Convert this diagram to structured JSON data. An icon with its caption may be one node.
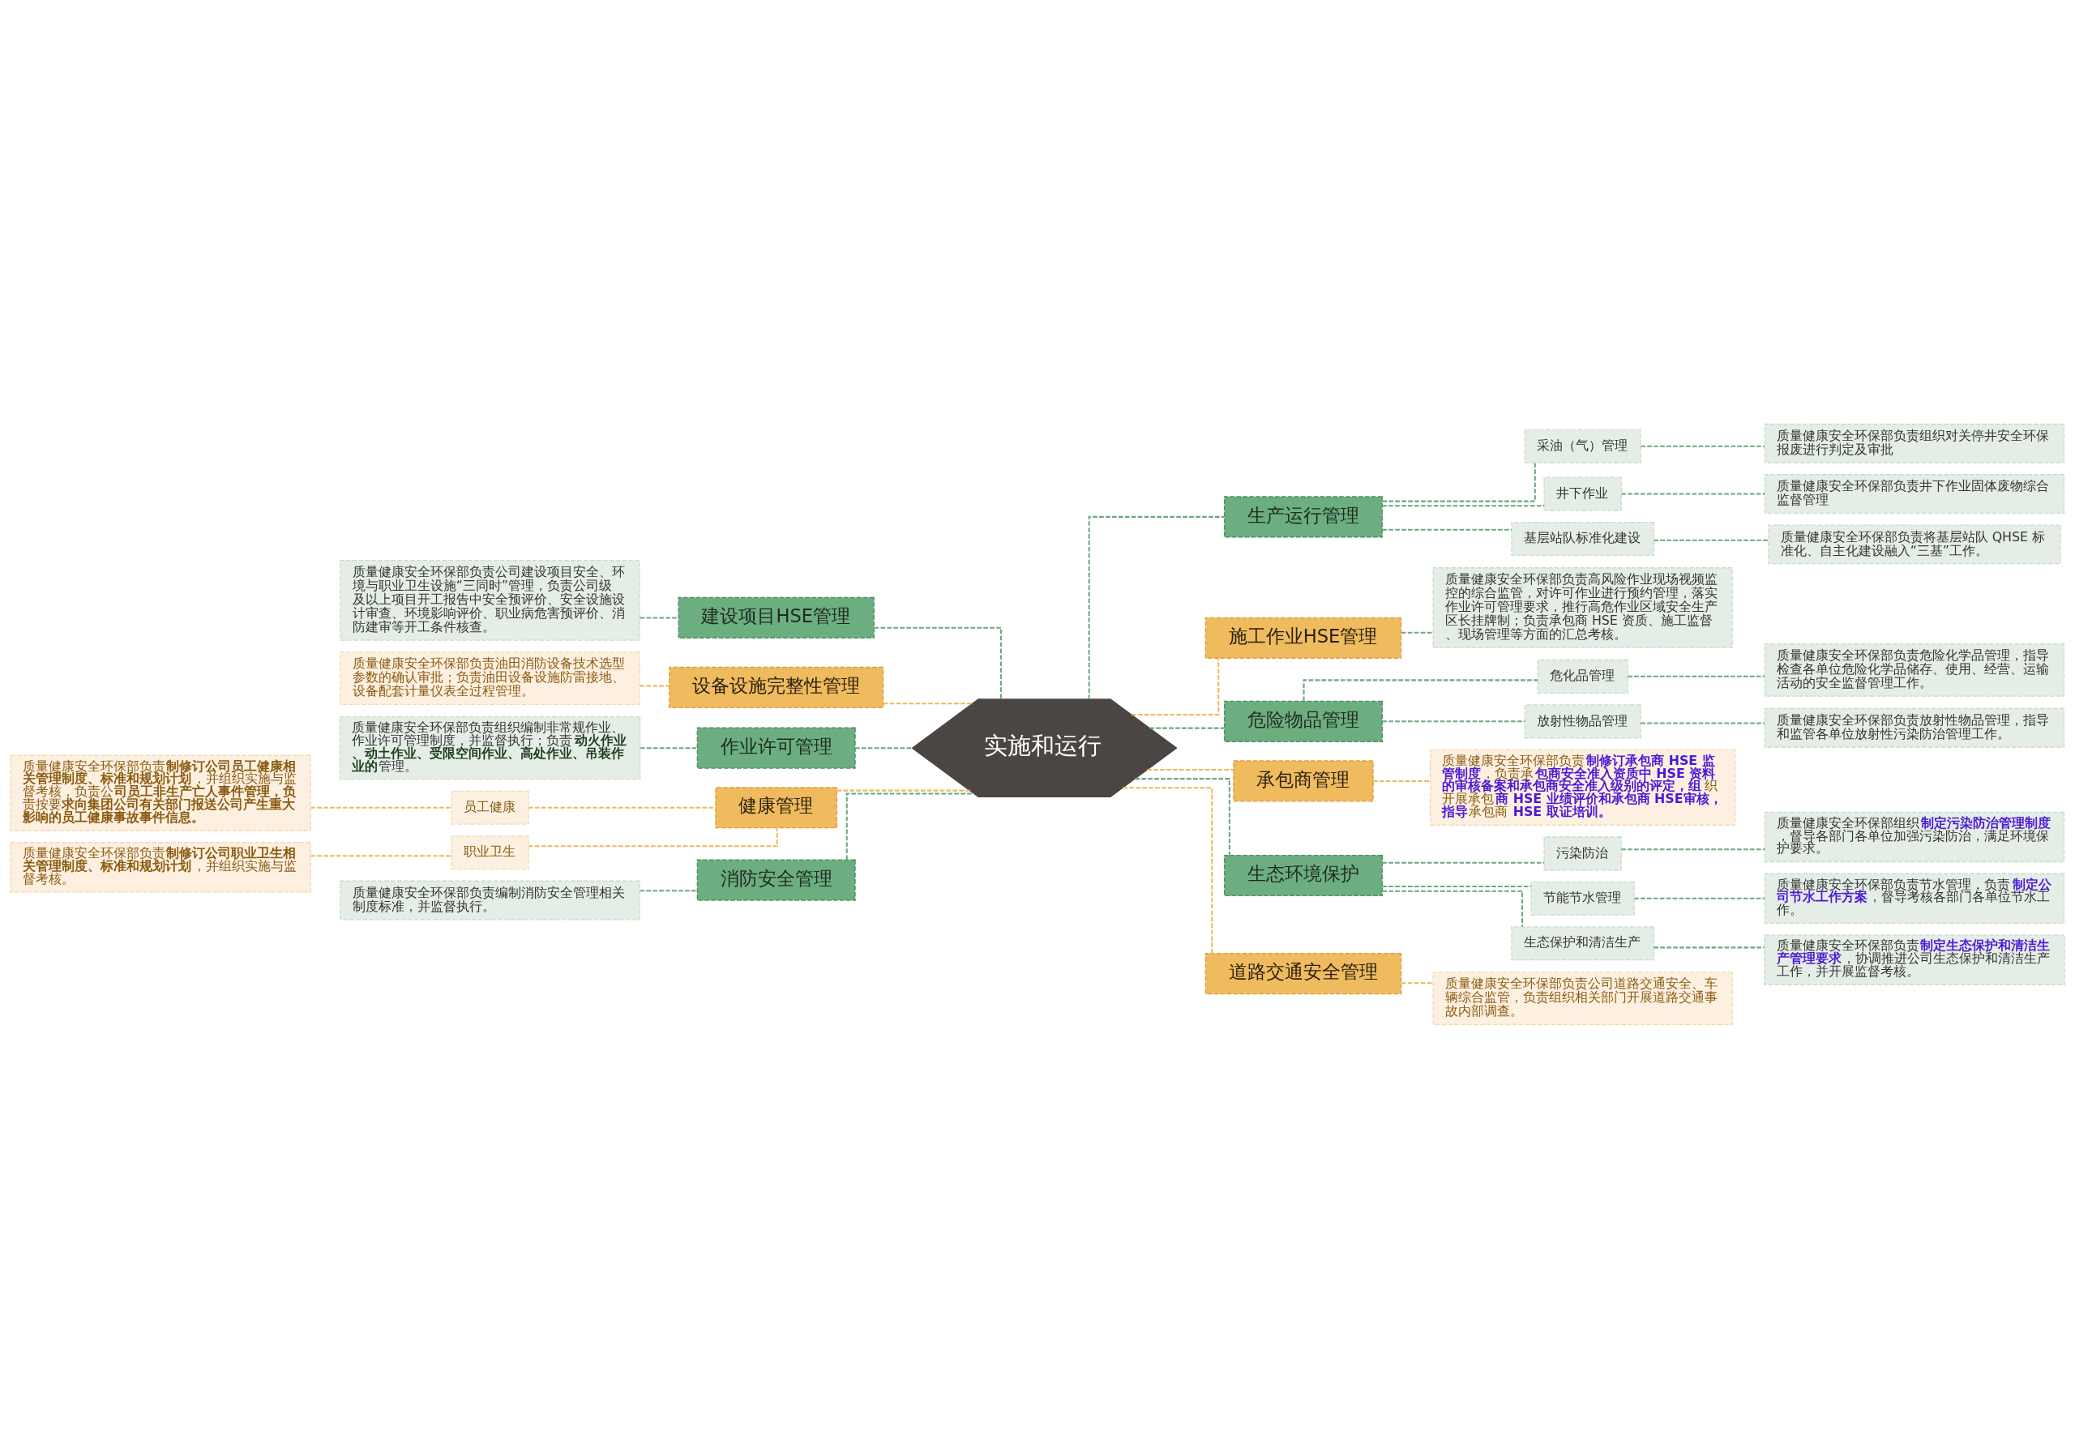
{
  "diagram": {
    "nodes": [
      {
        "text": [
          "实施和运行"
        ]
      },
      {
        "text": [
          "建设项目HSE管理"
        ]
      },
      {
        "text": [
          "质量健康安全环保部负责公司建设项目安全、环境与职业卫生设施“三同时”管理，负责公司级及以上项目开工报告中安全预评价、安全设施设计审查、环境影响评价、职业病危害预评价、消防建审等开工条件核查。"
        ]
      },
      {
        "text": [
          "设备设施完整性管理"
        ]
      },
      {
        "text": [
          "质量健康安全环保部负责油田消防设备技术选型参数的确认审批；负责油田设备设施防雷接地、设备配套计量仪表全过程管理。"
        ]
      },
      {
        "text": [
          "作业许可管理"
        ]
      },
      {
        "text": [
          "质量健康安全环保部负责组织编制非常规作业、作业许可管理制度，并监督执行；负责**动火作业、动土作业、受限空间作业、高处作业、吊装作业的**管理。"
        ]
      },
      {
        "text": [
          "健康管理"
        ]
      },
      {
        "text": [
          "员工健康"
        ]
      },
      {
        "text": [
          "质量健康安全环保部负责**制修订公司员工健康相关管理制度、标准和规划计划**，并组织实施与监督考核，负责公**司员工非生产亡人事件管理，负**责按要**求向集团公司有关部门报送公司产生重大影响的员工健康事故事件信息。**"
        ]
      },
      {
        "text": [
          "职业卫生"
        ]
      },
      {
        "text": [
          "质量健康安全环保部负责**制修订公司职业卫生相关管理制度、标准和规划计划**，并组织实施与监督考核。"
        ]
      },
      {
        "text": [
          "消防安全管理"
        ]
      },
      {
        "text": [
          "质量健康安全环保部负责编制消防安全管理相关制度标准，并监督执行。"
        ]
      },
      {
        "text": [
          "生产运行管理"
        ]
      },
      {
        "text": [
          "采油（气）管理"
        ]
      },
      {
        "text": [
          "质量健康安全环保部负责组织对关停井安全环保报废进行判定及审批"
        ]
      },
      {
        "text": [
          "井下作业"
        ]
      },
      {
        "text": [
          "质量健康安全环保部负责井下作业固体废物综合监督管理"
        ]
      },
      {
        "text": [
          "基层站队标准化建设"
        ]
      },
      {
        "text": [
          "质量健康安全环保部负责将基层站队 QHSE 标准化、自主化建设融入“三基”工作。"
        ]
      },
      {
        "text": [
          "施工作业HSE管理"
        ]
      },
      {
        "text": [
          "质量健康安全环保部负责高风险作业现场视频监控的综合监管，对许可作业进行预约管理，落实作业许可管理要求，推行高危作业区域安全生产区长挂牌制；负责承包商 HSE 资质、施工监督、现场管理等方面的汇总考核。"
        ]
      },
      {
        "text": [
          "危险物品管理"
        ]
      },
      {
        "text": [
          "危化品管理"
        ]
      },
      {
        "text": [
          "质量健康安全环保部负责危险化学品管理，指导检查各单位危险化学品储存、使用、经营、运输活动的安全监督管理工作。"
        ]
      },
      {
        "text": [
          "放射性物品管理"
        ]
      },
      {
        "text": [
          "质量健康安全环保部负责放射性物品管理，指导和监管各单位放射性污染防治管理工作。"
        ]
      },
      {
        "text": [
          "承包商管理"
        ]
      },
      {
        "text": [
          "质量健康安全环保部负责**制修订承包商 HSE 监管制度**，负责承**包商安全准入资质中 HSE 资料的审核备案和承包商安全准入级别的评定，组**织开展承包**商 HSE 业绩评价和承包商 HSE审核，指导**承包商 **HSE 取证培训。**"
        ]
      },
      {
        "text": [
          "生态环境保护"
        ]
      },
      {
        "text": [
          "污染防治"
        ]
      },
      {
        "text": [
          "质量健康安全环保部组织**制定污染防治管理制度**，督导各部门各单位加强污染防治，满足环境保护要求。"
        ]
      },
      {
        "text": [
          "节能节水管理"
        ]
      },
      {
        "text": [
          "质量健康安全环保部负责节水管理，负责**制定公司节水工作方案**，督导考核各部门各单位节水工作。"
        ]
      },
      {
        "text": [
          "生态保护和清洁生产"
        ]
      },
      {
        "text": [
          "质量健康安全环保部负责**制定生态保护和清洁生产管理要求**，协调推进公司生态保护和清洁生产工作，并开展监督考核。"
        ]
      },
      {
        "text": [
          "道路交通安全管理"
        ]
      },
      {
        "text": [
          "质量健康安全环保部负责公司道路交通安全、车辆综合监管，负责组织相关部门开展道路交通事故内部调查。"
        ]
      }
    ],
    "edges": [
      {
        "from": 0,
        "to": 1,
        "arrow": "none",
        "style": "dashed"
      },
      {
        "from": 1,
        "to": 2,
        "arrow": "none",
        "style": "dashed"
      },
      {
        "from": 0,
        "to": 3,
        "arrow": "none",
        "style": "dashed",
        "color": "#efb75a"
      },
      {
        "from": 3,
        "to": 4,
        "arrow": "none",
        "style": "dashed",
        "color": "#efb75a"
      },
      {
        "from": 0,
        "to": 5,
        "arrow": "none",
        "style": "dashed"
      },
      {
        "from": 5,
        "to": 6,
        "arrow": "none",
        "style": "dashed"
      },
      {
        "from": 0,
        "to": 7,
        "arrow": "none",
        "style": "dashed",
        "color": "#efb75a"
      },
      {
        "from": 7,
        "to": 8,
        "arrow": "none",
        "style": "dashed",
        "color": "#efb75a"
      },
      {
        "from": 8,
        "to": 9,
        "arrow": "none",
        "style": "dashed",
        "color": "#efb75a"
      },
      {
        "from": 7,
        "to": 10,
        "arrow": "none",
        "style": "dashed",
        "color": "#efb75a"
      },
      {
        "from": 10,
        "to": 11,
        "arrow": "none",
        "style": "dashed",
        "color": "#efb75a"
      },
      {
        "from": 0,
        "to": 12,
        "arrow": "none",
        "style": "dashed"
      },
      {
        "from": 12,
        "to": 13,
        "arrow": "none",
        "style": "dashed"
      },
      {
        "from": 0,
        "to": 14,
        "arrow": "none",
        "style": "dashed"
      },
      {
        "from": 14,
        "to": 15,
        "arrow": "none",
        "style": "dashed"
      },
      {
        "from": 15,
        "to": 16,
        "arrow": "none",
        "style": "dashed"
      },
      {
        "from": 14,
        "to": 17,
        "arrow": "none",
        "style": "dashed"
      },
      {
        "from": 17,
        "to": 18,
        "arrow": "none",
        "style": "dashed"
      },
      {
        "from": 14,
        "to": 19,
        "arrow": "none",
        "style": "dashed"
      },
      {
        "from": 19,
        "to": 20,
        "arrow": "none",
        "style": "dashed"
      },
      {
        "from": 0,
        "to": 21,
        "arrow": "none",
        "style": "dashed",
        "color": "#efb75a"
      },
      {
        "from": 21,
        "to": 22,
        "arrow": "none",
        "style": "dashed"
      },
      {
        "from": 0,
        "to": 23,
        "arrow": "none",
        "style": "dashed"
      },
      {
        "from": 23,
        "to": 24,
        "arrow": "none",
        "style": "dashed"
      },
      {
        "from": 24,
        "to": 25,
        "arrow": "none",
        "style": "dashed"
      },
      {
        "from": 23,
        "to": 26,
        "arrow": "none",
        "style": "dashed"
      },
      {
        "from": 26,
        "to": 27,
        "arrow": "none",
        "style": "dashed"
      },
      {
        "from": 0,
        "to": 28,
        "arrow": "none",
        "style": "dashed",
        "color": "#efb75a"
      },
      {
        "from": 28,
        "to": 29,
        "arrow": "none",
        "style": "dashed",
        "color": "#efb75a"
      },
      {
        "from": 0,
        "to": 30,
        "arrow": "none",
        "style": "dashed"
      },
      {
        "from": 30,
        "to": 31,
        "arrow": "none",
        "style": "dashed"
      },
      {
        "from": 31,
        "to": 32,
        "arrow": "none",
        "style": "dashed"
      },
      {
        "from": 30,
        "to": 33,
        "arrow": "none",
        "style": "dashed"
      },
      {
        "from": 33,
        "to": 34,
        "arrow": "none",
        "style": "dashed"
      },
      {
        "from": 30,
        "to": 35,
        "arrow": "none",
        "style": "dashed"
      },
      {
        "from": 35,
        "to": 36,
        "arrow": "none",
        "style": "dashed"
      },
      {
        "from": 0,
        "to": 37,
        "arrow": "none",
        "style": "dashed",
        "color": "#efb75a"
      },
      {
        "from": 37,
        "to": 38,
        "arrow": "none",
        "style": "dashed",
        "color": "#efb75a"
      }
    ]
  }
}
